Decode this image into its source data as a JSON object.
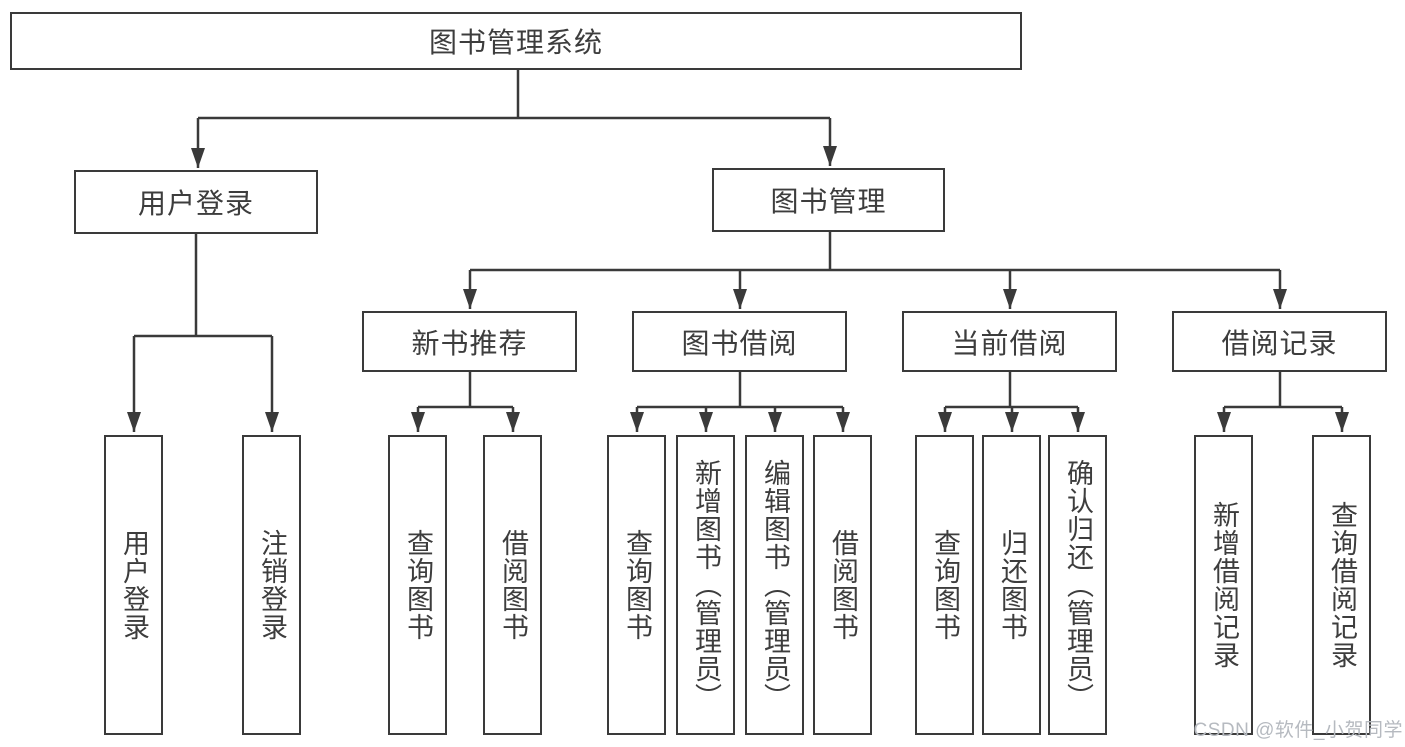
{
  "nodes": {
    "root": "图书管理系统",
    "user_login": "用户登录",
    "book_mgmt": "图书管理",
    "new_book_rec": "新书推荐",
    "book_borrow": "图书借阅",
    "current_borrow": "当前借阅",
    "borrow_records": "借阅记录",
    "ul_user_login": "用户登录",
    "ul_logout": "注销登录",
    "nbr_query_book": "查询图书",
    "nbr_borrow_book": "借阅图书",
    "bb_query_book": "查询图书",
    "bb_add_book": "新增图书（管理员）",
    "bb_edit_book": "编辑图书（管理员）",
    "bb_borrow_book": "借阅图书",
    "cb_query_book": "查询图书",
    "cb_return_book": "归还图书",
    "cb_confirm_return": "确认归还（管理员）",
    "br_add_record": "新增借阅记录",
    "br_query_record": "查询借阅记录"
  },
  "watermark": "CSDN @软件_小贺同学",
  "colors": {
    "line": "#3a3a3a",
    "box_border": "#3a3a3a",
    "text": "#3d3d3d",
    "watermark": "#b6bac0",
    "background": "#ffffff"
  }
}
